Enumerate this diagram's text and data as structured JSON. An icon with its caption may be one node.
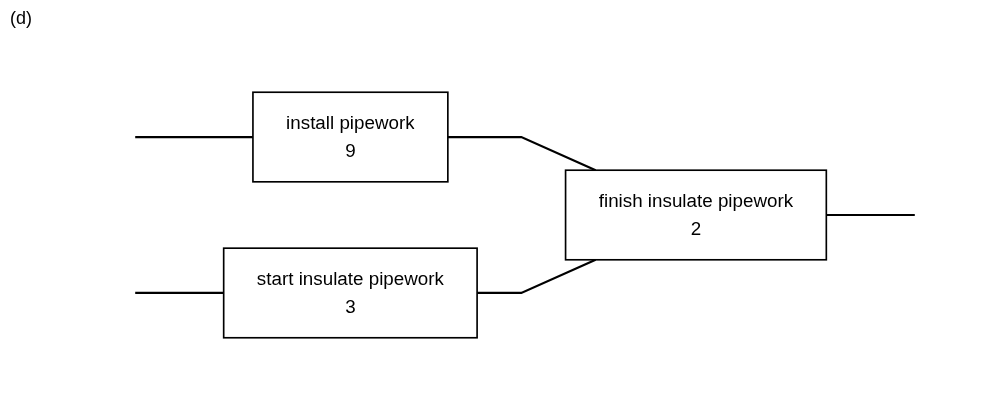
{
  "diagram": {
    "nodes": [
      {
        "text": [
          "install pipework",
          "9"
        ]
      },
      {
        "text": [
          "finish insulate pipework",
          "2"
        ]
      },
      {
        "text": [
          "start insulate pipework",
          "3"
        ]
      }
    ],
    "edges": [
      {
        "from": null,
        "to": 0,
        "arrow": "none"
      },
      {
        "from": 0,
        "to": 1,
        "arrow": "none"
      },
      {
        "from": null,
        "to": 2,
        "arrow": "none"
      },
      {
        "from": 2,
        "to": 1,
        "arrow": "none"
      },
      {
        "from": 1,
        "to": null,
        "arrow": "none"
      }
    ],
    "labels": [
      "(d)"
    ]
  }
}
